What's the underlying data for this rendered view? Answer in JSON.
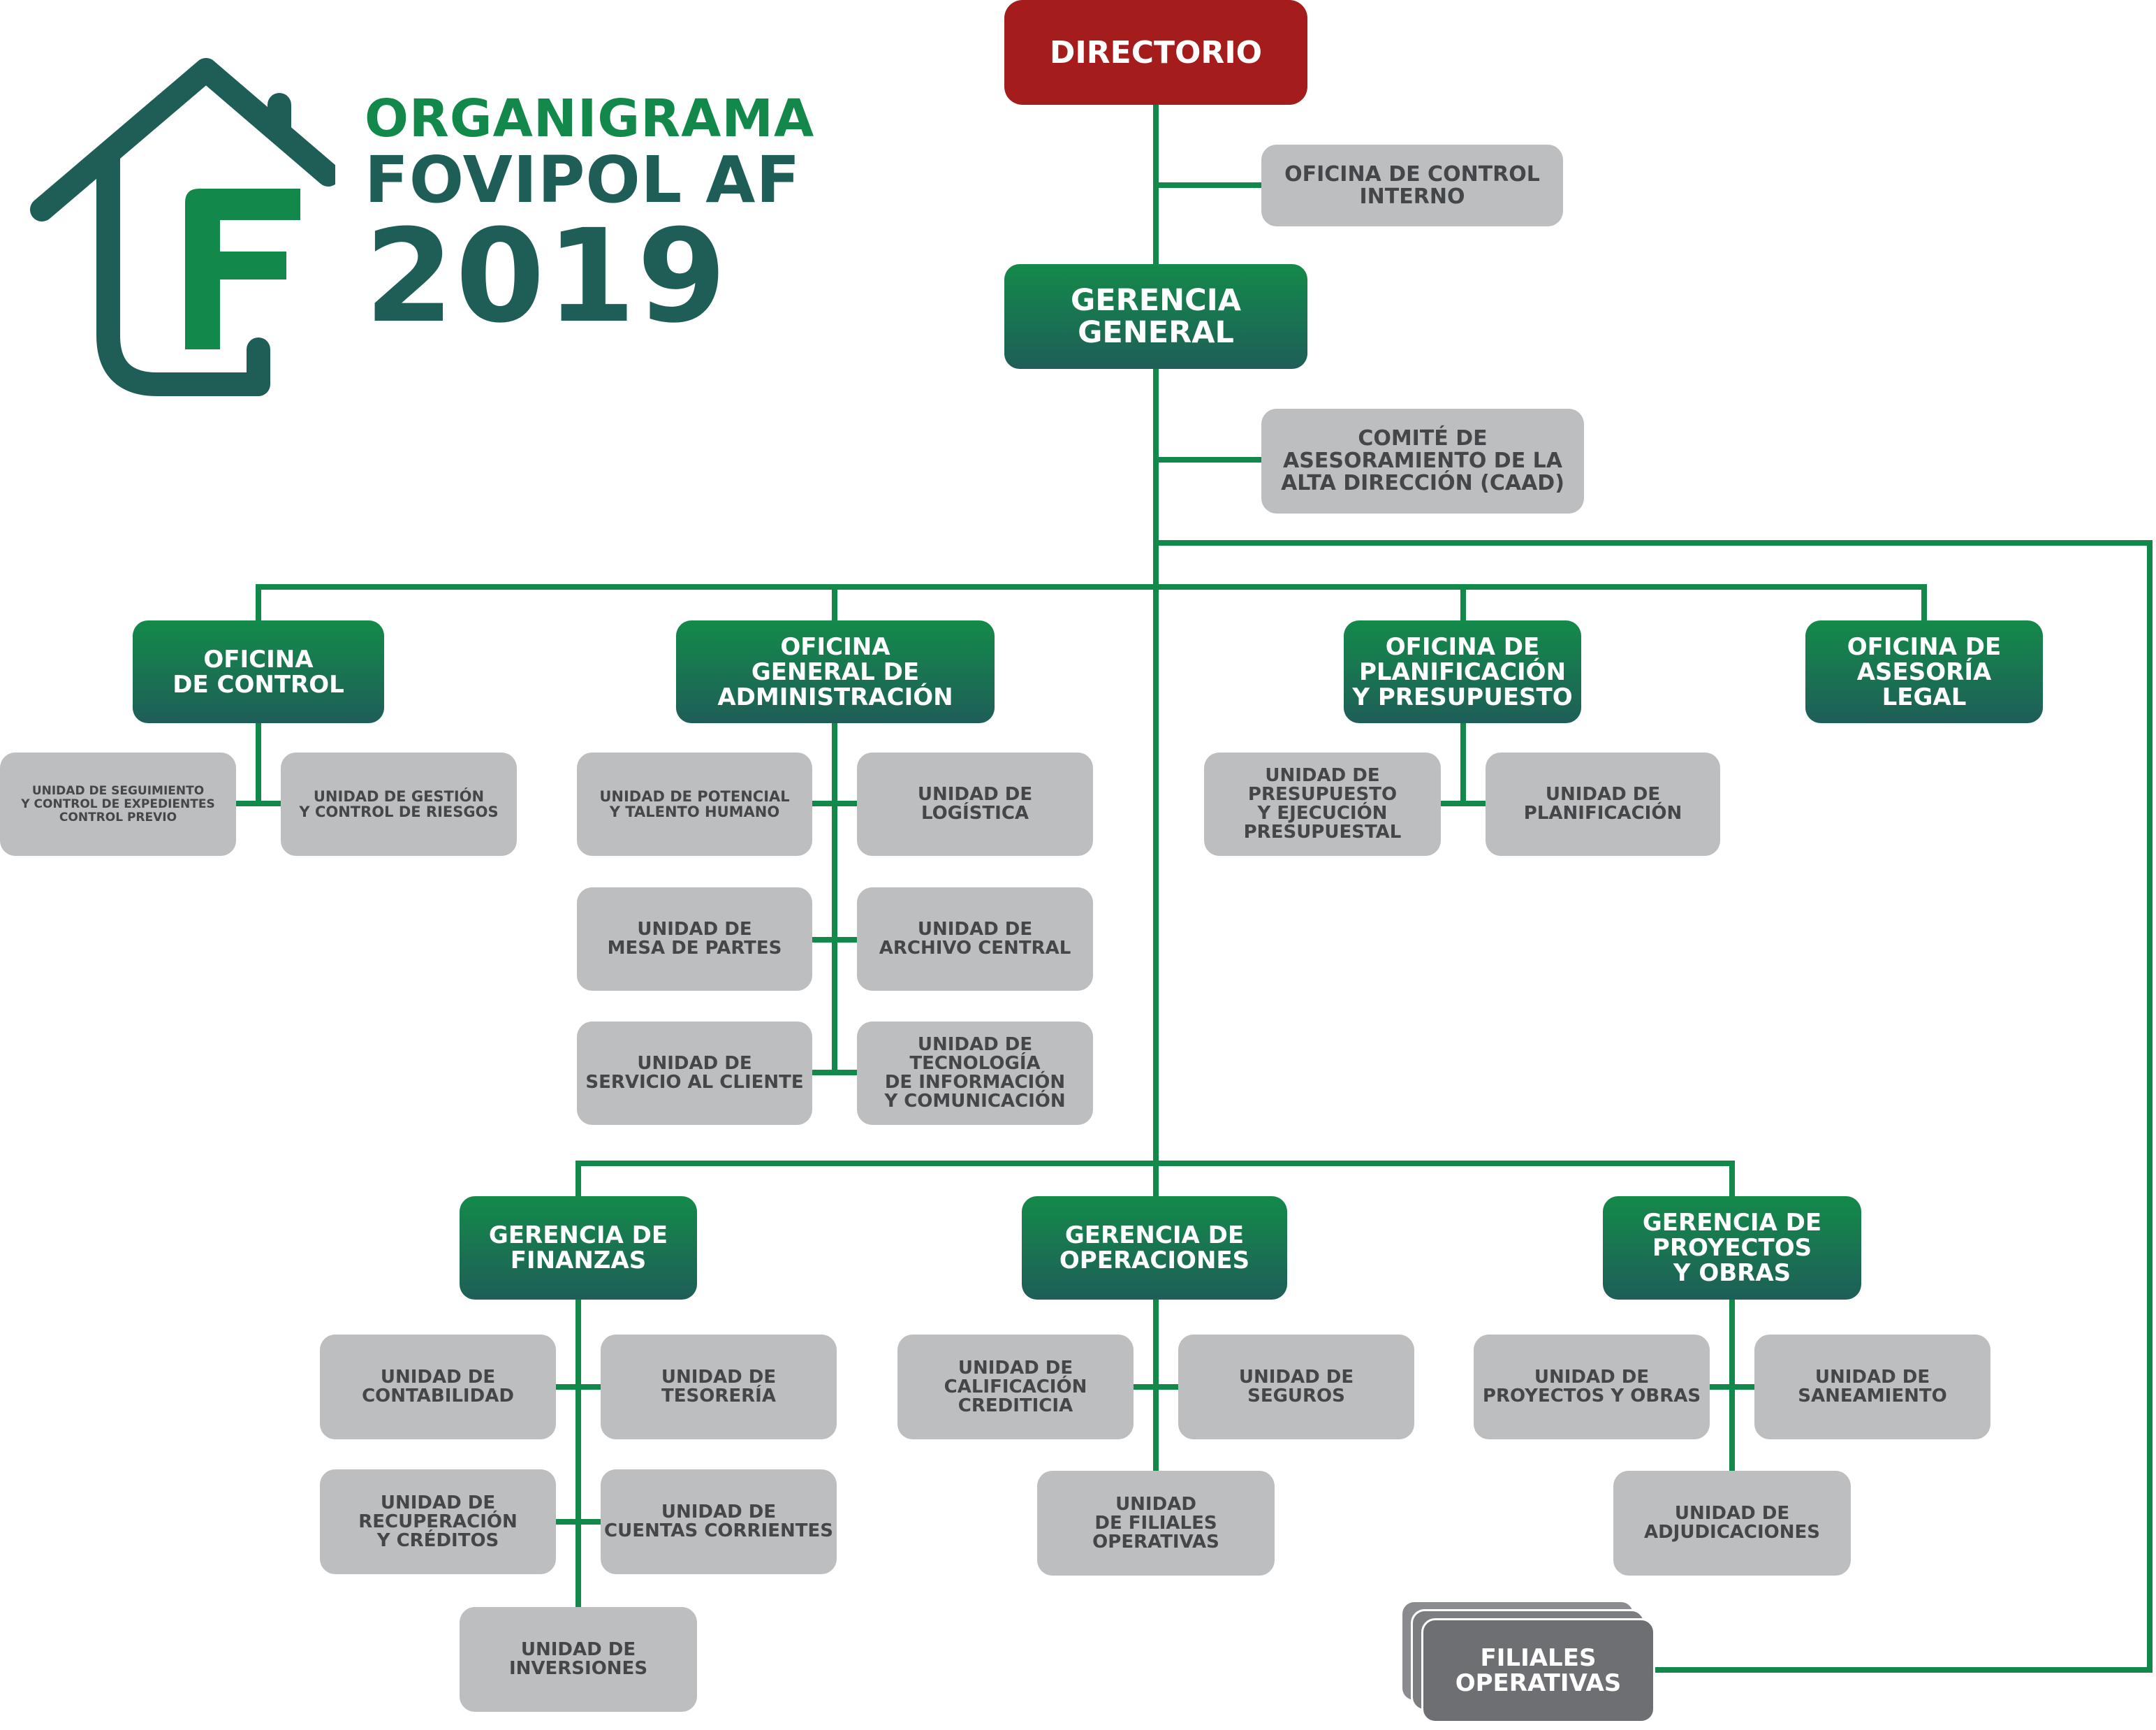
{
  "header": {
    "title_line1": "ORGANIGRAMA",
    "title_line2": "FOVIPOL AF",
    "title_line3": "2019",
    "logo_letter": "F",
    "logo_icon": "house-icon"
  },
  "colors": {
    "red": "#a51c1c",
    "green": "#148a4a",
    "dark_green": "#1e5e58",
    "gray": "#bdbec0",
    "dark_gray": "#6e6f72",
    "line": "#12894a"
  },
  "top": {
    "directorio": "DIRECTORIO",
    "control_interno": "OFICINA DE CONTROL\nINTERNO",
    "gerencia_general": "GERENCIA\nGENERAL",
    "caad": "COMITÉ DE\nASESORAMIENTO DE LA\nALTA DIRECCIÓN (CAAD)"
  },
  "oficinas": {
    "control": {
      "name": "OFICINA\nDE CONTROL",
      "units": [
        "UNIDAD DE SEGUIMIENTO\nY CONTROL DE EXPEDIENTES\nCONTROL PREVIO",
        "UNIDAD DE GESTIÓN\nY CONTROL DE RIESGOS"
      ]
    },
    "administracion": {
      "name": "OFICINA\nGENERAL DE\nADMINISTRACIÓN",
      "units": [
        "UNIDAD DE POTENCIAL\nY TALENTO HUMANO",
        "UNIDAD DE\nLOGÍSTICA",
        "UNIDAD DE\nMESA DE PARTES",
        "UNIDAD DE\nARCHIVO CENTRAL",
        "UNIDAD DE\nSERVICIO AL CLIENTE",
        "UNIDAD DE\nTECNOLOGÍA\nDE INFORMACIÓN\nY COMUNICACIÓN"
      ]
    },
    "planificacion": {
      "name": "OFICINA DE\nPLANIFICACIÓN\nY PRESUPUESTO",
      "units": [
        "UNIDAD DE\nPRESUPUESTO\nY EJECUCIÓN\nPRESUPUESTAL",
        "UNIDAD DE\nPLANIFICACIÓN"
      ]
    },
    "asesoria": {
      "name": "OFICINA DE\nASESORÍA\nLEGAL"
    }
  },
  "gerencias": {
    "finanzas": {
      "name": "GERENCIA DE\nFINANZAS",
      "units": [
        "UNIDAD DE\nCONTABILIDAD",
        "UNIDAD DE\nTESORERÍA",
        "UNIDAD DE\nRECUPERACIÓN\nY CRÉDITOS",
        "UNIDAD DE\nCUENTAS CORRIENTES",
        "UNIDAD DE\nINVERSIONES"
      ]
    },
    "operaciones": {
      "name": "GERENCIA DE\nOPERACIONES",
      "units": [
        "UNIDAD DE\nCALIFICACIÓN\nCREDITICIA",
        "UNIDAD DE\nSEGUROS",
        "UNIDAD\nDE FILIALES\nOPERATIVAS"
      ]
    },
    "proyectos": {
      "name": "GERENCIA DE\nPROYECTOS\nY OBRAS",
      "units": [
        "UNIDAD DE\nPROYECTOS Y OBRAS",
        "UNIDAD DE\nSANEAMIENTO",
        "UNIDAD DE\nADJUDICACIONES"
      ]
    }
  },
  "filiales": "FILIALES\nOPERATIVAS"
}
